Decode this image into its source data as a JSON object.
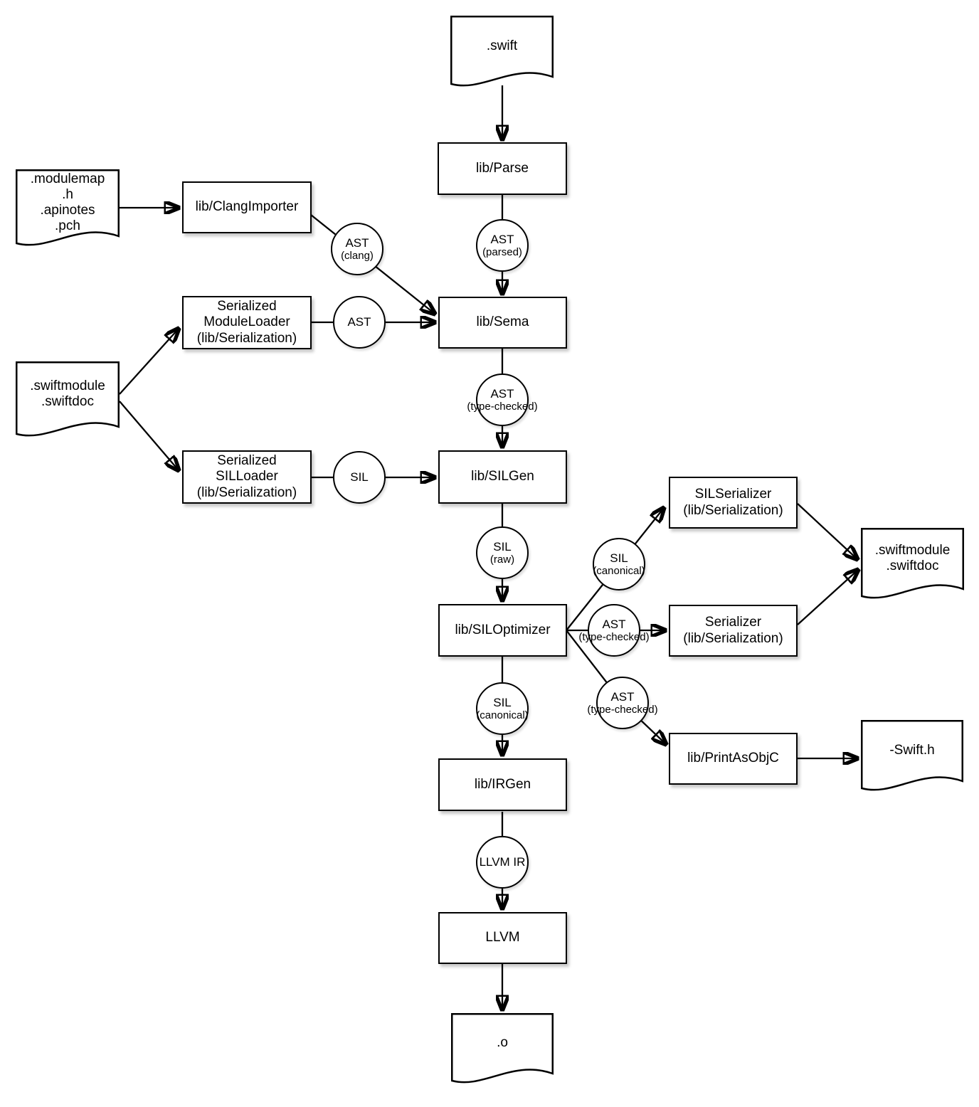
{
  "diagram_type": "flowchart",
  "colors": {
    "background": "#ffffff",
    "stroke": "#000000",
    "fill": "#ffffff"
  },
  "files": {
    "swift_source": ".swift",
    "clang_inputs": ".modulemap\n.h\n.apinotes\n.pch",
    "swiftmodule_input": ".swiftmodule\n.swiftdoc",
    "swiftmodule_output": ".swiftmodule\n.swiftdoc",
    "objc_header": "-Swift.h",
    "object_file": ".o"
  },
  "stages": {
    "parse": "lib/Parse",
    "clang_importer": "lib/ClangImporter",
    "module_loader": "Serialized\nModuleLoader\n(lib/Serialization)",
    "sema": "lib/Sema",
    "sil_loader": "Serialized\nSILLoader\n(lib/Serialization)",
    "silgen": "lib/SILGen",
    "sil_optimizer": "lib/SILOptimizer",
    "sil_serializer": "SILSerializer\n(lib/Serialization)",
    "serializer": "Serializer\n(lib/Serialization)",
    "print_as_objc": "lib/PrintAsObjC",
    "irgen": "lib/IRGen",
    "llvm": "LLVM"
  },
  "artifacts": {
    "ast_clang": {
      "line1": "AST",
      "line2": "(clang)"
    },
    "ast_parsed": {
      "line1": "AST",
      "line2": "(parsed)"
    },
    "ast": {
      "line1": "AST"
    },
    "ast_type_checked_sema": {
      "line1": "AST",
      "line2": "(type-checked)"
    },
    "sil": {
      "line1": "SIL"
    },
    "sil_raw": {
      "line1": "SIL",
      "line2": "(raw)"
    },
    "sil_canonical_serialize": {
      "line1": "SIL",
      "line2": "(canonical)"
    },
    "ast_type_checked_serialize": {
      "line1": "AST",
      "line2": "(type-checked)"
    },
    "ast_type_checked_objc": {
      "line1": "AST",
      "line2": "(type-checked)"
    },
    "sil_canonical_irgen": {
      "line1": "SIL",
      "line2": "(canonical)"
    },
    "llvm_ir": {
      "line1": "LLVM IR"
    }
  },
  "edges": [
    ".swift -> lib/Parse",
    "lib/Parse -> AST (parsed) -> lib/Sema",
    ".modulemap .h .apinotes .pch -> lib/ClangImporter",
    "lib/ClangImporter -> AST (clang) -> lib/Sema",
    ".swiftmodule .swiftdoc -> Serialized ModuleLoader (lib/Serialization)",
    "Serialized ModuleLoader (lib/Serialization) -> AST -> lib/Sema",
    ".swiftmodule .swiftdoc -> Serialized SILLoader (lib/Serialization)",
    "Serialized SILLoader (lib/Serialization) -> SIL -> lib/SILGen",
    "lib/Sema -> AST (type-checked) -> lib/SILGen",
    "lib/SILGen -> SIL (raw) -> lib/SILOptimizer",
    "lib/SILOptimizer -> SIL (canonical) -> SILSerializer (lib/Serialization)",
    "lib/SILOptimizer -> AST (type-checked) -> Serializer (lib/Serialization)",
    "lib/SILOptimizer -> AST (type-checked) -> lib/PrintAsObjC",
    "SILSerializer (lib/Serialization) -> .swiftmodule .swiftdoc",
    "Serializer (lib/Serialization) -> .swiftmodule .swiftdoc",
    "lib/PrintAsObjC -> -Swift.h",
    "lib/SILOptimizer -> SIL (canonical) -> lib/IRGen",
    "lib/IRGen -> LLVM IR -> LLVM",
    "LLVM -> .o"
  ]
}
